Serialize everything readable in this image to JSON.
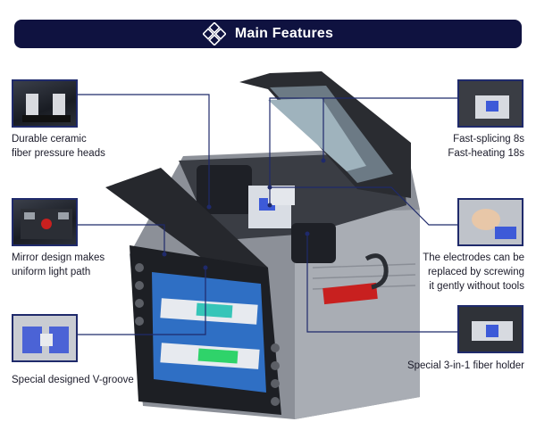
{
  "banner": {
    "title": "Main Features",
    "icon": "diamond-grid-icon",
    "bg": "#0f1240"
  },
  "features": {
    "pressure_heads": {
      "lines": [
        "Durable ceramic",
        "fiber pressure heads"
      ]
    },
    "mirror": {
      "lines": [
        "Mirror design makes",
        "uniform light path"
      ]
    },
    "vgroove": {
      "lines": [
        "Special designed V-groove"
      ]
    },
    "splicing": {
      "lines": [
        "Fast-splicing 8s",
        "Fast-heating 18s"
      ]
    },
    "electrodes": {
      "lines": [
        "The electrodes can be",
        "replaced by screwing",
        "it gently without tools"
      ]
    },
    "holder": {
      "lines": [
        "Special 3-in-1 fiber holder"
      ]
    }
  },
  "colors": {
    "accent_navy": "#1f2a6b",
    "device_body": "#9a9ea6",
    "screen_blue": "#2f6fc4"
  }
}
